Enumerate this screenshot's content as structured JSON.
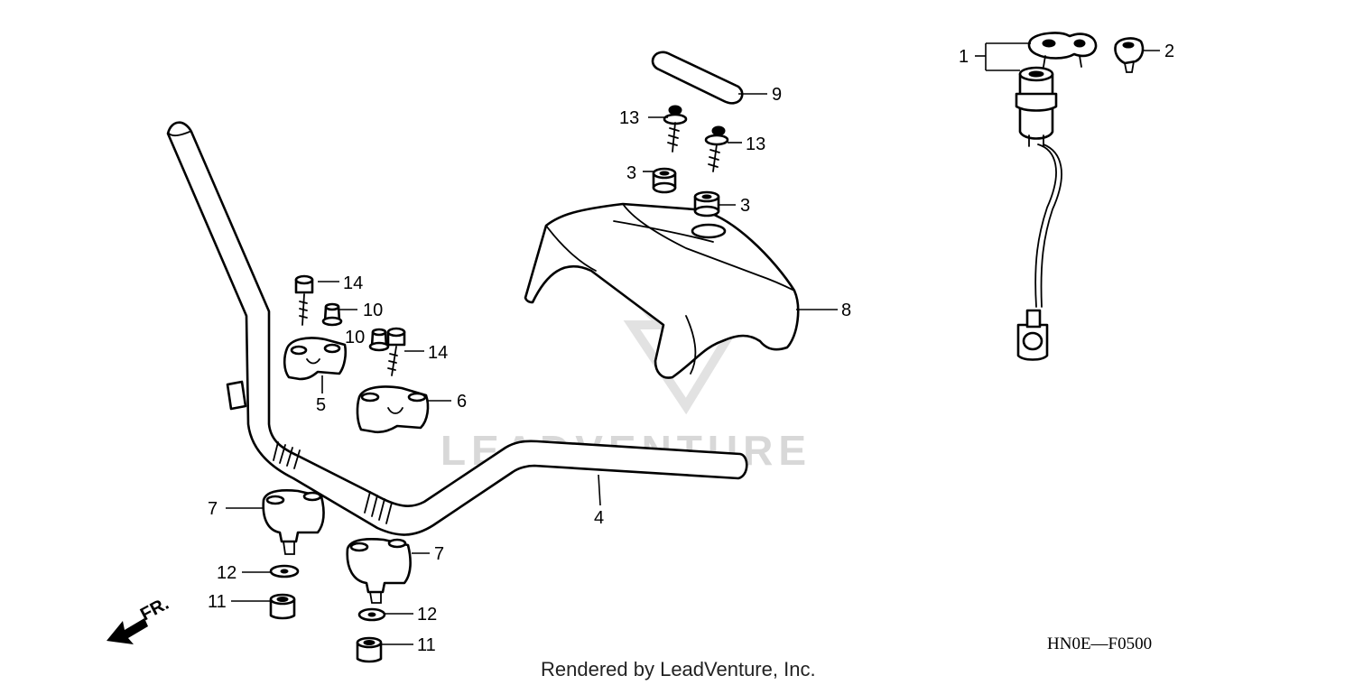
{
  "diagram": {
    "callouts": [
      {
        "id": "c1",
        "label": "1"
      },
      {
        "id": "c2",
        "label": "2"
      },
      {
        "id": "c3a",
        "label": "3"
      },
      {
        "id": "c3b",
        "label": "3"
      },
      {
        "id": "c4",
        "label": "4"
      },
      {
        "id": "c5",
        "label": "5"
      },
      {
        "id": "c6",
        "label": "6"
      },
      {
        "id": "c7a",
        "label": "7"
      },
      {
        "id": "c7b",
        "label": "7"
      },
      {
        "id": "c8",
        "label": "8"
      },
      {
        "id": "c9",
        "label": "9"
      },
      {
        "id": "c10a",
        "label": "10"
      },
      {
        "id": "c10b",
        "label": "10"
      },
      {
        "id": "c11a",
        "label": "11"
      },
      {
        "id": "c11b",
        "label": "11"
      },
      {
        "id": "c12a",
        "label": "12"
      },
      {
        "id": "c12b",
        "label": "12"
      },
      {
        "id": "c13a",
        "label": "13"
      },
      {
        "id": "c13b",
        "label": "13"
      },
      {
        "id": "c14a",
        "label": "14"
      },
      {
        "id": "c14b",
        "label": "14"
      }
    ],
    "front_arrow_label": "FR.",
    "diagram_code": "HN0E—F0500",
    "watermark": "LEADVENTURE",
    "footer": "Rendered by LeadVenture, Inc."
  }
}
